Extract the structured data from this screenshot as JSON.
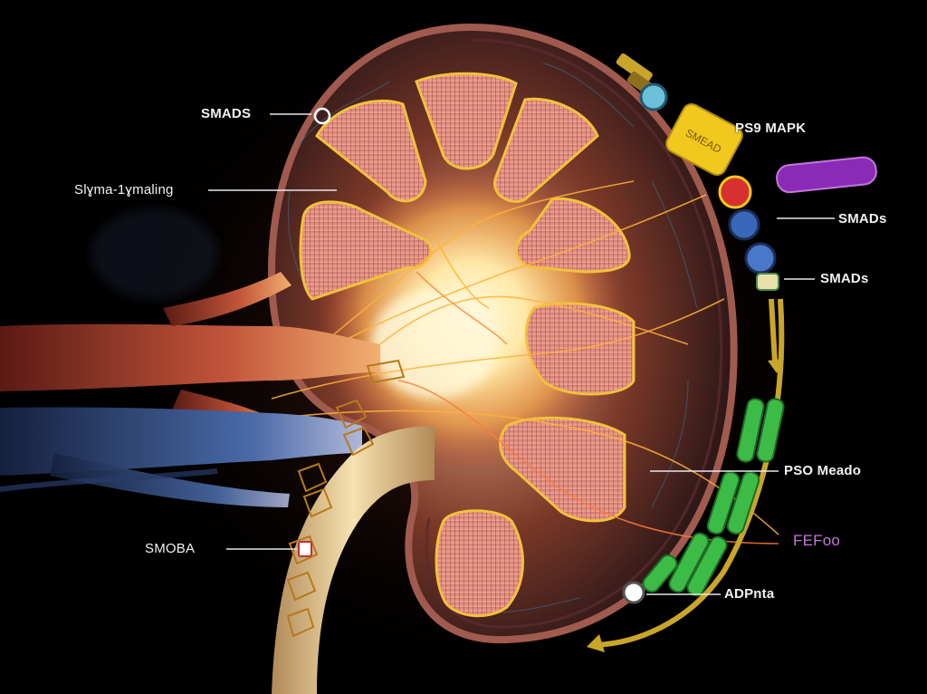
{
  "labels": {
    "smads_top_left": "SMADS",
    "sigma_signaling": "Slɣma-1ɣmaling",
    "smoba": "SMOBA",
    "p38_mapk": "PS9 MAPK",
    "smads_right_1": "SMADs",
    "smads_right_2": "SMADs",
    "pso_meado": "PSO Meado",
    "ferdo": "FEFoo",
    "adpnta": "ADPnta",
    "yellow_tag_text": "SMEAD"
  },
  "colors": {
    "background": "#000000",
    "cortex_outline": "#a05a4e",
    "medulla_pyramid": "#d9887f",
    "pelvis_glow": "#fff0b8",
    "artery": "#b84a34",
    "vein": "#4a6aa8",
    "ureter": "#e8cf9a",
    "pathway_green": "#3dbb47",
    "pathway_gold": "#c9a52a",
    "pathway_purple": "#8a2bb8",
    "pathway_yellow": "#f0c81e",
    "label_text": "#f2f2f2",
    "label_purple": "#c07ad8"
  }
}
